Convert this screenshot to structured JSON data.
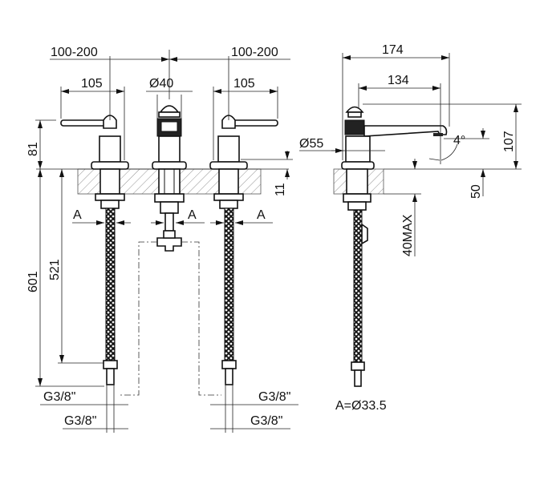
{
  "front_view": {
    "spacing_left": "100-200",
    "spacing_right": "100-200",
    "handle_width_left": "105",
    "handle_width_right": "105",
    "spout_diameter": "Ø40",
    "height_above_deck": "81",
    "deck_offset": "11",
    "section_marks": [
      "A",
      "A",
      "A"
    ],
    "total_hose_length": "601",
    "hose_length": "521",
    "connections": [
      "G3/8\"",
      "G3/8\"",
      "G3/8\"",
      "G3/8\""
    ]
  },
  "side_view": {
    "total_reach": "174",
    "spout_reach": "134",
    "base_diameter": "Ø55",
    "spout_angle": "4°",
    "total_height": "107",
    "spout_height": "50",
    "max_deck_thickness": "40MAX",
    "section_diameter": "A=Ø33.5"
  }
}
